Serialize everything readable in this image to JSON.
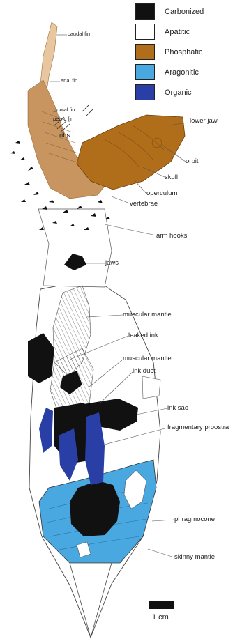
{
  "legend": [
    {
      "label": "Carbonized",
      "color": "#111111"
    },
    {
      "label": "Apatitic",
      "color": "#ffffff"
    },
    {
      "label": "Phosphatic",
      "color": "#b06e1b"
    },
    {
      "label": "Aragonitic",
      "color": "#4aa8e0"
    },
    {
      "label": "Organic",
      "color": "#2a3fa6"
    }
  ],
  "labels": {
    "caudal_fin": "caudal fin",
    "anal_fin": "anal fin",
    "dorsal_fin": "dorsal fin",
    "pelvic_fin": "pelvic fin",
    "ribs": "ribs",
    "lower_jaw": "lower jaw",
    "orbit": "orbit",
    "skull": "skull",
    "operculum": "operculum",
    "vertebrae": "vertebrae",
    "arm_hooks": "arm hooks",
    "jaws": "jaws",
    "muscular_mantle_1": "muscular mantle",
    "leaked_ink": "leaked ink",
    "muscular_mantle_2": "muscular mantle",
    "ink_duct": "ink duct",
    "ink_sac": "ink sac",
    "fragmentary_proostracum": "fragmentary proostra",
    "phragmocone": "phragmocone",
    "skinny_mantle": "skinny mantle"
  },
  "scale": {
    "label": "1 cm"
  }
}
